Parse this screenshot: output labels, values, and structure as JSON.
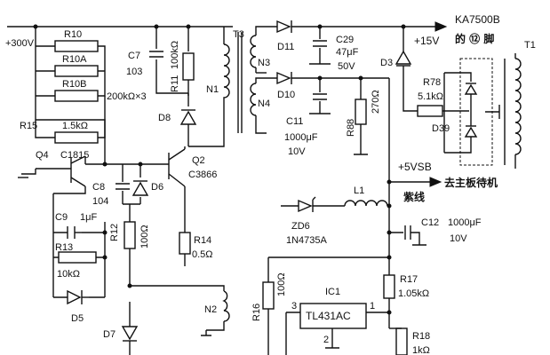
{
  "labels": {
    "supply": "+300V",
    "r10": "R10",
    "r10a": "R10A",
    "r10b": "R10B",
    "r10_value": "200kΩ×3",
    "r15": "R15",
    "r15_value": "1.5kΩ",
    "q4": "Q4",
    "q4_part": "C1815",
    "c7": "C7",
    "c7_value": "103",
    "r11": "R11",
    "r11_value": "100kΩ",
    "n1": "N1",
    "d8": "D8",
    "q2": "Q2",
    "q2_part": "C3866",
    "c8": "C8",
    "c8_value": "104",
    "d6": "D6",
    "c9": "C9",
    "c9_value": "1μF",
    "r13": "R13",
    "r13_value": "10kΩ",
    "r12": "R12",
    "r12_value": "100Ω",
    "r14": "R14",
    "r14_value": "0.5Ω",
    "d5": "D5",
    "d7": "D7",
    "n2": "N2",
    "t3": "T3",
    "n3": "N3",
    "n4": "N4",
    "d11": "D11",
    "d10": "D10",
    "c29": "C29",
    "c29_value": "47μF",
    "c29_voltage": "50V",
    "c11": "C11",
    "c11_value": "1000μF",
    "c11_voltage": "10V",
    "r88": "R88",
    "r88_value": "270Ω",
    "ka_chip": "KA7500B",
    "ka_pin": "的 ⑫ 脚",
    "plus15": "+15V",
    "d3": "D3",
    "r78": "R78",
    "r78_value": "5.1kΩ",
    "d39": "D39",
    "t1": "T1",
    "plus5vsb": "+5VSB",
    "purple_wire": "紫线",
    "to_mainboard": "去主板待机",
    "l1": "L1",
    "zd6": "ZD6",
    "zd6_part": "1N4735A",
    "c12": "C12",
    "c12_value": "1000μF",
    "c12_voltage": "10V",
    "r17": "R17",
    "r17_value": "1.05kΩ",
    "r16": "R16",
    "r16_value": "100Ω",
    "ic1": "IC1",
    "ic1_part": "TL431AC",
    "ic_pin1": "1",
    "ic_pin2": "2",
    "ic_pin3": "3",
    "r18": "R18",
    "r18_value": "1kΩ"
  }
}
